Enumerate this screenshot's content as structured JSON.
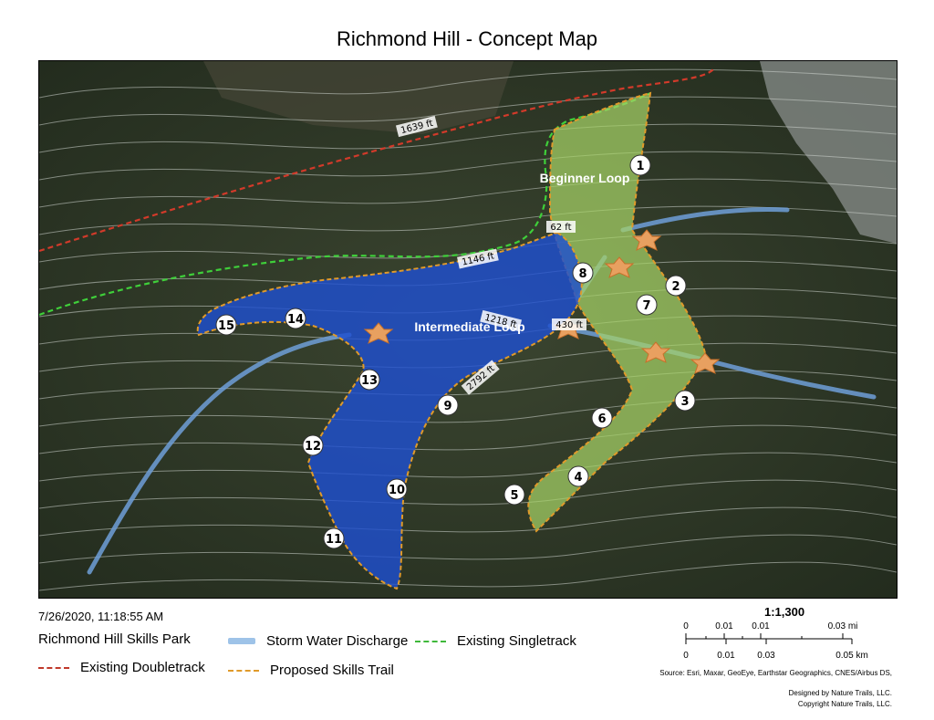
{
  "title": "Richmond Hill - Concept Map",
  "timestamp": "7/26/2020, 11:18:55 AM",
  "legend": {
    "park_name": "Richmond Hill Skills Park",
    "storm_water": "Storm Water Discharge",
    "existing_singletrack": "Existing Singletrack",
    "existing_doubletrack": "Existing Doubletrack",
    "proposed_skills_trail": "Proposed Skills Trail",
    "colors": {
      "storm_water": "#9ec3e8",
      "existing_singletrack": "#3fb83a",
      "existing_doubletrack": "#c0392b",
      "proposed_skills_trail": "#e09a2a",
      "beginner_loop": "#9acd5a",
      "intermediate_loop": "#1f4fd0"
    }
  },
  "scale": {
    "ratio": "1:1,300",
    "mi_ticks": [
      "0",
      "0.01",
      "0.01",
      "0.03 mi"
    ],
    "km_ticks": [
      "0",
      "0.01",
      "0.03",
      "0.05 km"
    ]
  },
  "source": "Source:  Esri,  Maxar,  GeoEye,  Earthstar  Geographics,  CNES/Airbus  DS,",
  "credits": {
    "designed_by": "Designed by Nature Trails, LLC.",
    "copyright": "Copyright Nature Trails, LLC."
  },
  "map_labels": {
    "beginner_loop": "Beginner Loop",
    "intermediate_loop": "Intermediate Loop",
    "distances": [
      "1639 ft",
      "62 ft",
      "1146 ft",
      "1218 ft",
      "430 ft",
      "2792 ft"
    ]
  },
  "markers": [
    "1",
    "2",
    "3",
    "4",
    "5",
    "6",
    "7",
    "8",
    "9",
    "10",
    "11",
    "12",
    "13",
    "14",
    "15"
  ]
}
